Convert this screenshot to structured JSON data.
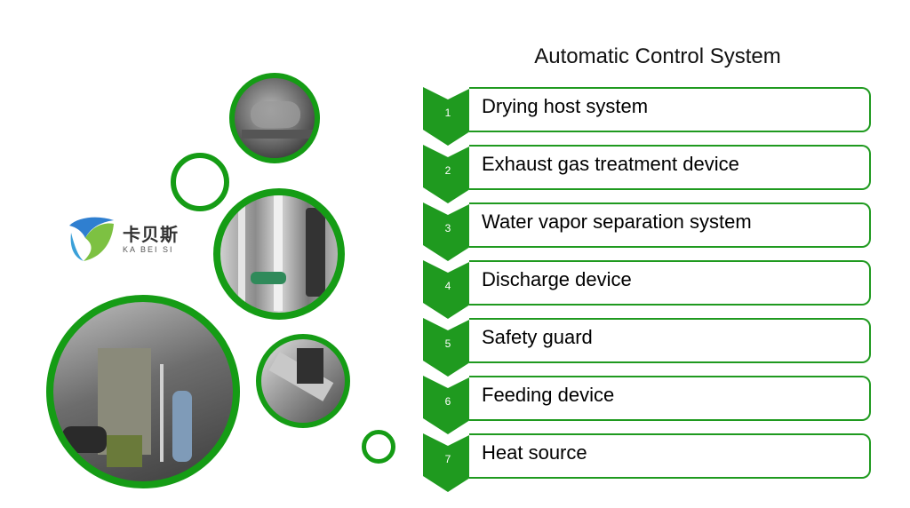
{
  "title": "Automatic Control System",
  "colors": {
    "accent": "#1f9a1f",
    "ring": "#159c15"
  },
  "logo": {
    "chinese": "卡贝斯",
    "english": "KA BEI SI"
  },
  "items": [
    {
      "number": "1",
      "label": "Drying host system"
    },
    {
      "number": "2",
      "label": "Exhaust gas treatment device"
    },
    {
      "number": "3",
      "label": "Water vapor separation system"
    },
    {
      "number": "4",
      "label": "Discharge device"
    },
    {
      "number": "5",
      "label": "Safety guard"
    },
    {
      "number": "6",
      "label": "Feeding device"
    },
    {
      "number": "7",
      "label": "Heat source"
    }
  ]
}
